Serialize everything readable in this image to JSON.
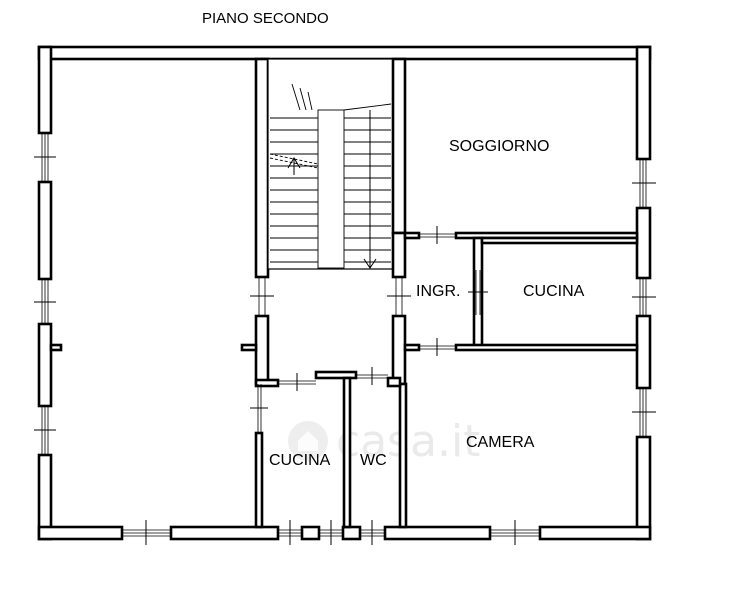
{
  "plan": {
    "title": "PIANO SECONDO",
    "rooms": {
      "soggiorno": "SOGGIORNO",
      "ingresso": "INGR.",
      "cucina_right": "CUCINA",
      "camera": "CAMERA",
      "cucina_left": "CUCINA",
      "wc": "WC"
    },
    "watermark": "casa.it"
  }
}
